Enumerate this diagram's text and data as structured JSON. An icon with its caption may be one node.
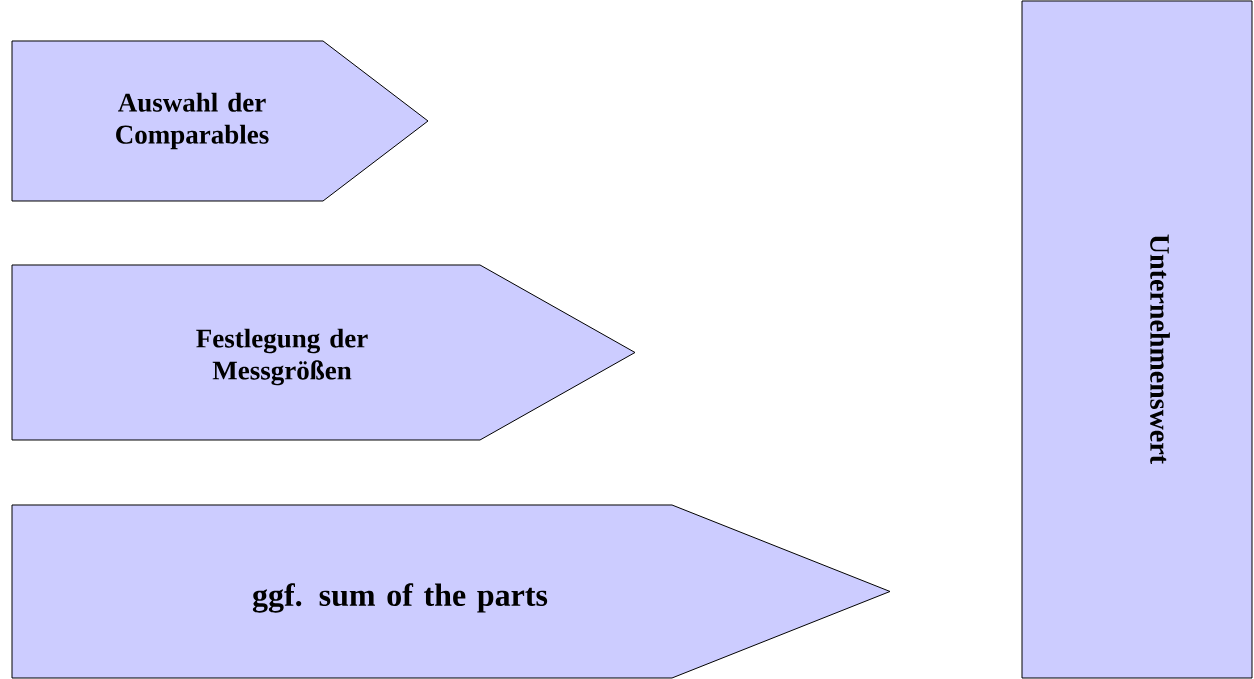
{
  "diagram": {
    "nodes": [
      {
        "text": [
          "Auswahl der Comparables"
        ]
      },
      {
        "text": [
          "Festlegung der Messgrößen"
        ]
      },
      {
        "text": [
          "ggf. sum of the parts"
        ]
      },
      {
        "text": [
          "Unternehmenswert"
        ]
      }
    ]
  }
}
